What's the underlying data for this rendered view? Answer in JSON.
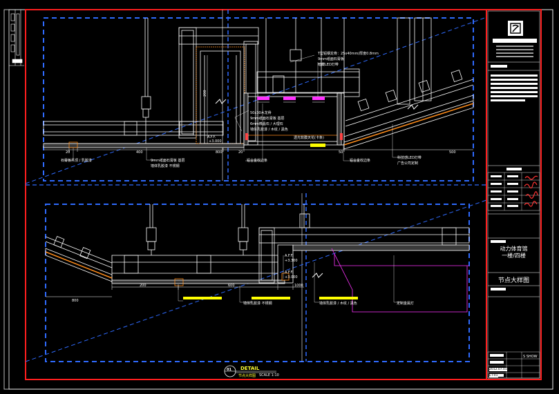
{
  "title_block": {
    "project_name": "动力体育馆",
    "floor": "一楼/四楼",
    "drawing_title": "节点大样图",
    "sheet_label": "S SHOW",
    "sheet_no": "ET-01",
    "date": "2012.07.01"
  },
  "detail": {
    "number": "01",
    "title": "DETAIL",
    "subtitle": "节点大样图",
    "scale": "SCALE 1:10"
  },
  "upper_section": {
    "notes_top": [
      "T型铝钢龙骨：25x40mm/厚度0.8mm",
      "9mm纸面石膏板",
      "暗藏LED灯带"
    ],
    "notes_mid": [
      "50x30木龙骨",
      "9mm纸面石膏板 基层",
      "6mm微晶石 / 大理石",
      "墙体乳胶漆 / 木纹 / 黑色"
    ],
    "ceiling_note": "透光软膜天花(卡条)",
    "level_label": "A.F.F.",
    "level_value": "+3.000",
    "bottom_notes": [
      "石膏板吊顶 / 乳胶漆",
      "9mm纸面石膏板 基层",
      "墙体乳胶漆 不锈钢",
      "铝合金收边条",
      "铝合金收边条",
      "科技感LED灯带",
      "广告公司定制"
    ],
    "dims": [
      "20",
      "400",
      "800",
      "20",
      "50",
      "500"
    ],
    "vertical_dim": "200"
  },
  "lower_section": {
    "level_label_1": "A.F.F.",
    "level_value_1": "+3.300",
    "level_label_2": "A.F.F.",
    "level_value_2": "+3.000",
    "dims": [
      "800",
      "200",
      "600",
      "1000"
    ],
    "notes": [
      "墙体乳胶漆 不锈钢",
      "墙体乳胶漆 / 木纹 / 黑色",
      "定制金属灯"
    ]
  },
  "colors": {
    "frame_red": "#ff1f1f",
    "dashed_blue": "#2f6bff",
    "line_white": "#ffffff",
    "accent_yellow": "#ffff00",
    "magenta": "#ff33ff",
    "orange": "#ff8c1a",
    "cyan": "#33ccff"
  }
}
